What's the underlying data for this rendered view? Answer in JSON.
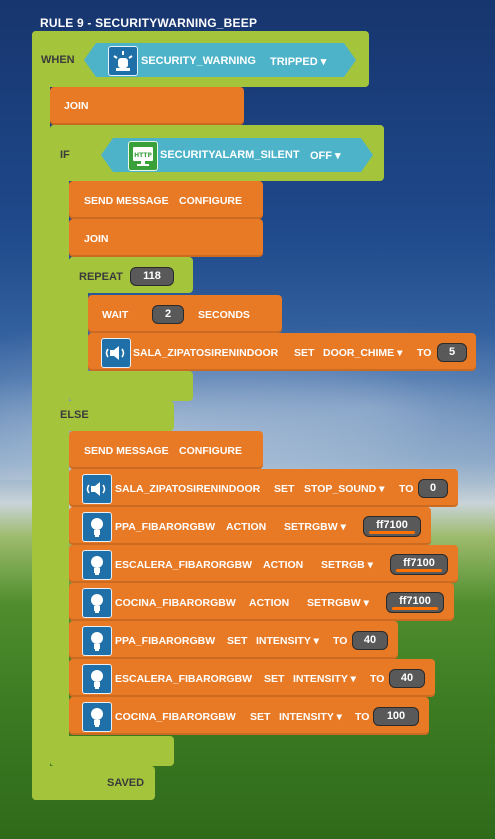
{
  "title": "RULE 9 - SECURITYWARNING_BEEP",
  "when_label": "WHEN",
  "trigger": {
    "device": "SECURITY_WARNING",
    "state": "TRIPPED"
  },
  "join_label": "JOIN",
  "if_label": "IF",
  "condition": {
    "device": "SECURITYALARM_SILENT",
    "state": "OFF"
  },
  "send_message": {
    "label": "SEND MESSAGE",
    "target": "CONFIGURE"
  },
  "repeat": {
    "label": "REPEAT",
    "count": "118"
  },
  "wait": {
    "label": "WAIT",
    "value": "2",
    "unit": "SECONDS"
  },
  "siren_chime": {
    "device": "SALA_ZIPATOSIRENINDOOR",
    "verb": "SET",
    "property": "DOOR_CHIME",
    "to": "TO",
    "value": "5"
  },
  "else_label": "ELSE",
  "siren_stop": {
    "device": "SALA_ZIPATOSIRENINDOOR",
    "verb": "SET",
    "property": "STOP_SOUND",
    "to": "TO",
    "value": "0"
  },
  "rgb_actions": [
    {
      "device": "PPA_FIBARORGBW",
      "verb": "ACTION",
      "action": "SETRGBW",
      "value": "ff7100"
    },
    {
      "device": "ESCALERA_FIBARORGBW",
      "verb": "ACTION",
      "action": "SETRGB",
      "value": "ff7100"
    },
    {
      "device": "COCINA_FIBARORGBW",
      "verb": "ACTION",
      "action": "SETRGBW",
      "value": "ff7100"
    }
  ],
  "intensity_actions": [
    {
      "device": "PPA_FIBARORGBW",
      "verb": "SET",
      "property": "INTENSITY",
      "to": "TO",
      "value": "40"
    },
    {
      "device": "ESCALERA_FIBARORGBW",
      "verb": "SET",
      "property": "INTENSITY",
      "to": "TO",
      "value": "40"
    },
    {
      "device": "COCINA_FIBARORGBW",
      "verb": "SET",
      "property": "INTENSITY",
      "to": "TO",
      "value": "100"
    }
  ],
  "saved_label": "SAVED",
  "colors": {
    "green_block": "#a4c43c",
    "orange_block": "#e87a26",
    "cyan_block": "#4db3c9",
    "rgb_value": "#ff7100"
  },
  "icons": {
    "trigger": "alarm-light-icon",
    "condition": "http-monitor-icon",
    "siren": "speaker-icon",
    "bulb": "lightbulb-icon"
  }
}
